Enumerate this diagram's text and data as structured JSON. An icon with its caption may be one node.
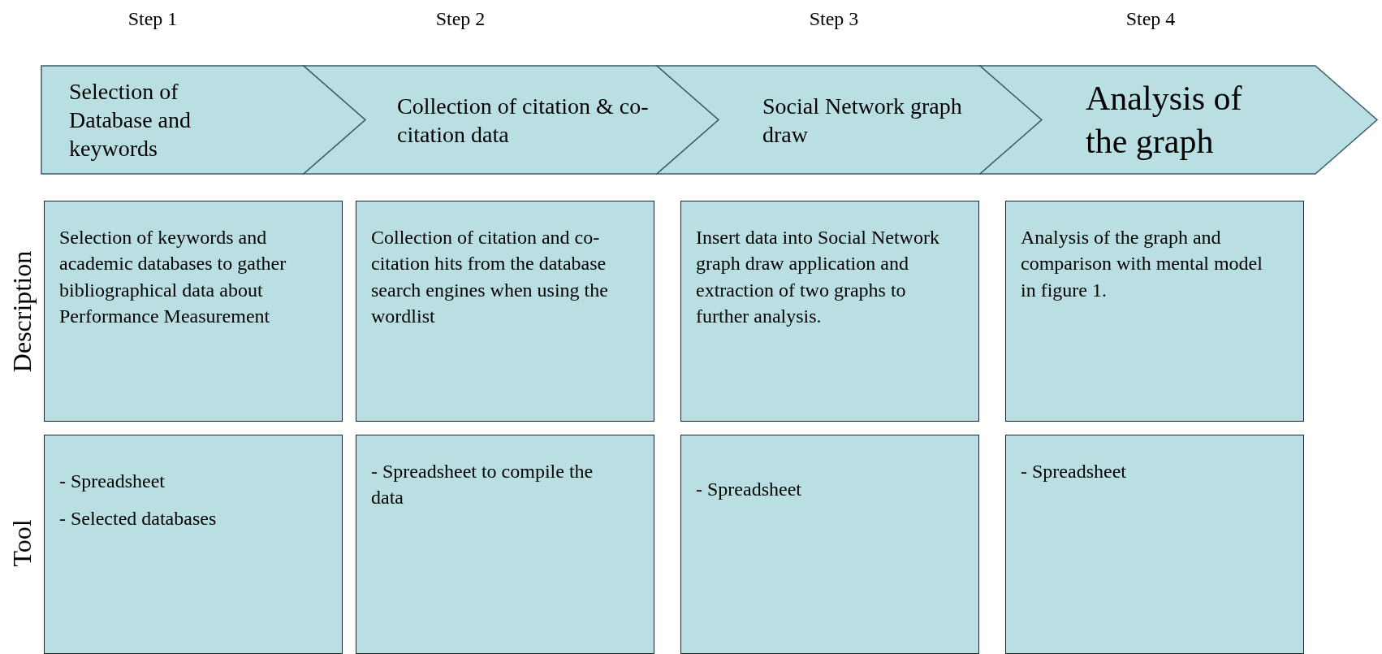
{
  "diagram": {
    "nodes": [
      {
        "text": [
          "Selection of Database and keywords"
        ],
        "beside": [
          "Step 1"
        ]
      },
      {
        "text": [
          "Collection of citation & co-citation data"
        ],
        "beside": [
          "Step 2"
        ]
      },
      {
        "text": [
          "Social Network graph draw"
        ],
        "beside": [
          "Step 3"
        ]
      },
      {
        "text": [
          "Analysis of the graph"
        ],
        "beside": [
          "Step 4"
        ]
      },
      {
        "text": [
          "Selection of keywords and academic databases to gather bibliographical data about Performance Measurement"
        ]
      },
      {
        "text": [
          "Collection of citation and co-citation hits from the database search engines when using the wordlist"
        ]
      },
      {
        "text": [
          "Insert data into Social Network graph draw application and extraction of two graphs to further analysis."
        ]
      },
      {
        "text": [
          "Analysis of the graph and comparison with mental model in figure 1."
        ]
      },
      {
        "text": [
          "- Spreadsheet",
          "- Selected databases"
        ]
      },
      {
        "text": [
          "- Spreadsheet to compile the data"
        ]
      },
      {
        "text": [
          "- Spreadsheet"
        ]
      },
      {
        "text": [
          "- Spreadsheet"
        ]
      }
    ],
    "edges": [],
    "labels": [
      "Description",
      "Tool"
    ]
  }
}
